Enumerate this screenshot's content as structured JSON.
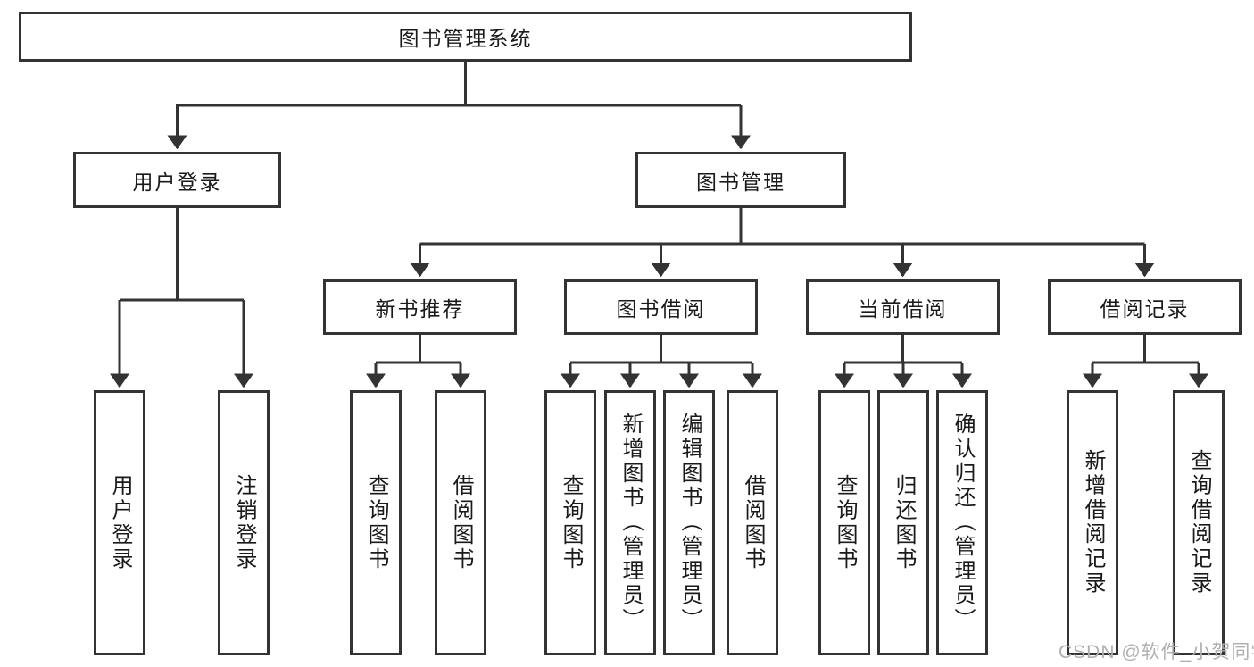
{
  "tree": {
    "root": "图书管理系统",
    "branches": [
      {
        "label": "用户登录",
        "children": [
          {
            "label": "用户登录"
          },
          {
            "label": "注销登录"
          }
        ]
      },
      {
        "label": "图书管理",
        "children": [
          {
            "label": "新书推荐",
            "children": [
              {
                "label": "查询图书"
              },
              {
                "label": "借阅图书"
              }
            ]
          },
          {
            "label": "图书借阅",
            "children": [
              {
                "label": "查询图书"
              },
              {
                "label": "新增图书（管理员）"
              },
              {
                "label": "编辑图书（管理员）"
              },
              {
                "label": "借阅图书"
              }
            ]
          },
          {
            "label": "当前借阅",
            "children": [
              {
                "label": "查询图书"
              },
              {
                "label": "归还图书"
              },
              {
                "label": "确认归还（管理员）"
              }
            ]
          },
          {
            "label": "借阅记录",
            "children": [
              {
                "label": "新增借阅记录"
              },
              {
                "label": "查询借阅记录"
              }
            ]
          }
        ]
      }
    ]
  },
  "watermark": {
    "text": "CSDN @软件_小贺同学"
  },
  "colors": {
    "line": "#333333",
    "box_border": "#333333",
    "text": "#1a1a1a",
    "watermark": "#b0b0b0",
    "background": "#ffffff"
  }
}
